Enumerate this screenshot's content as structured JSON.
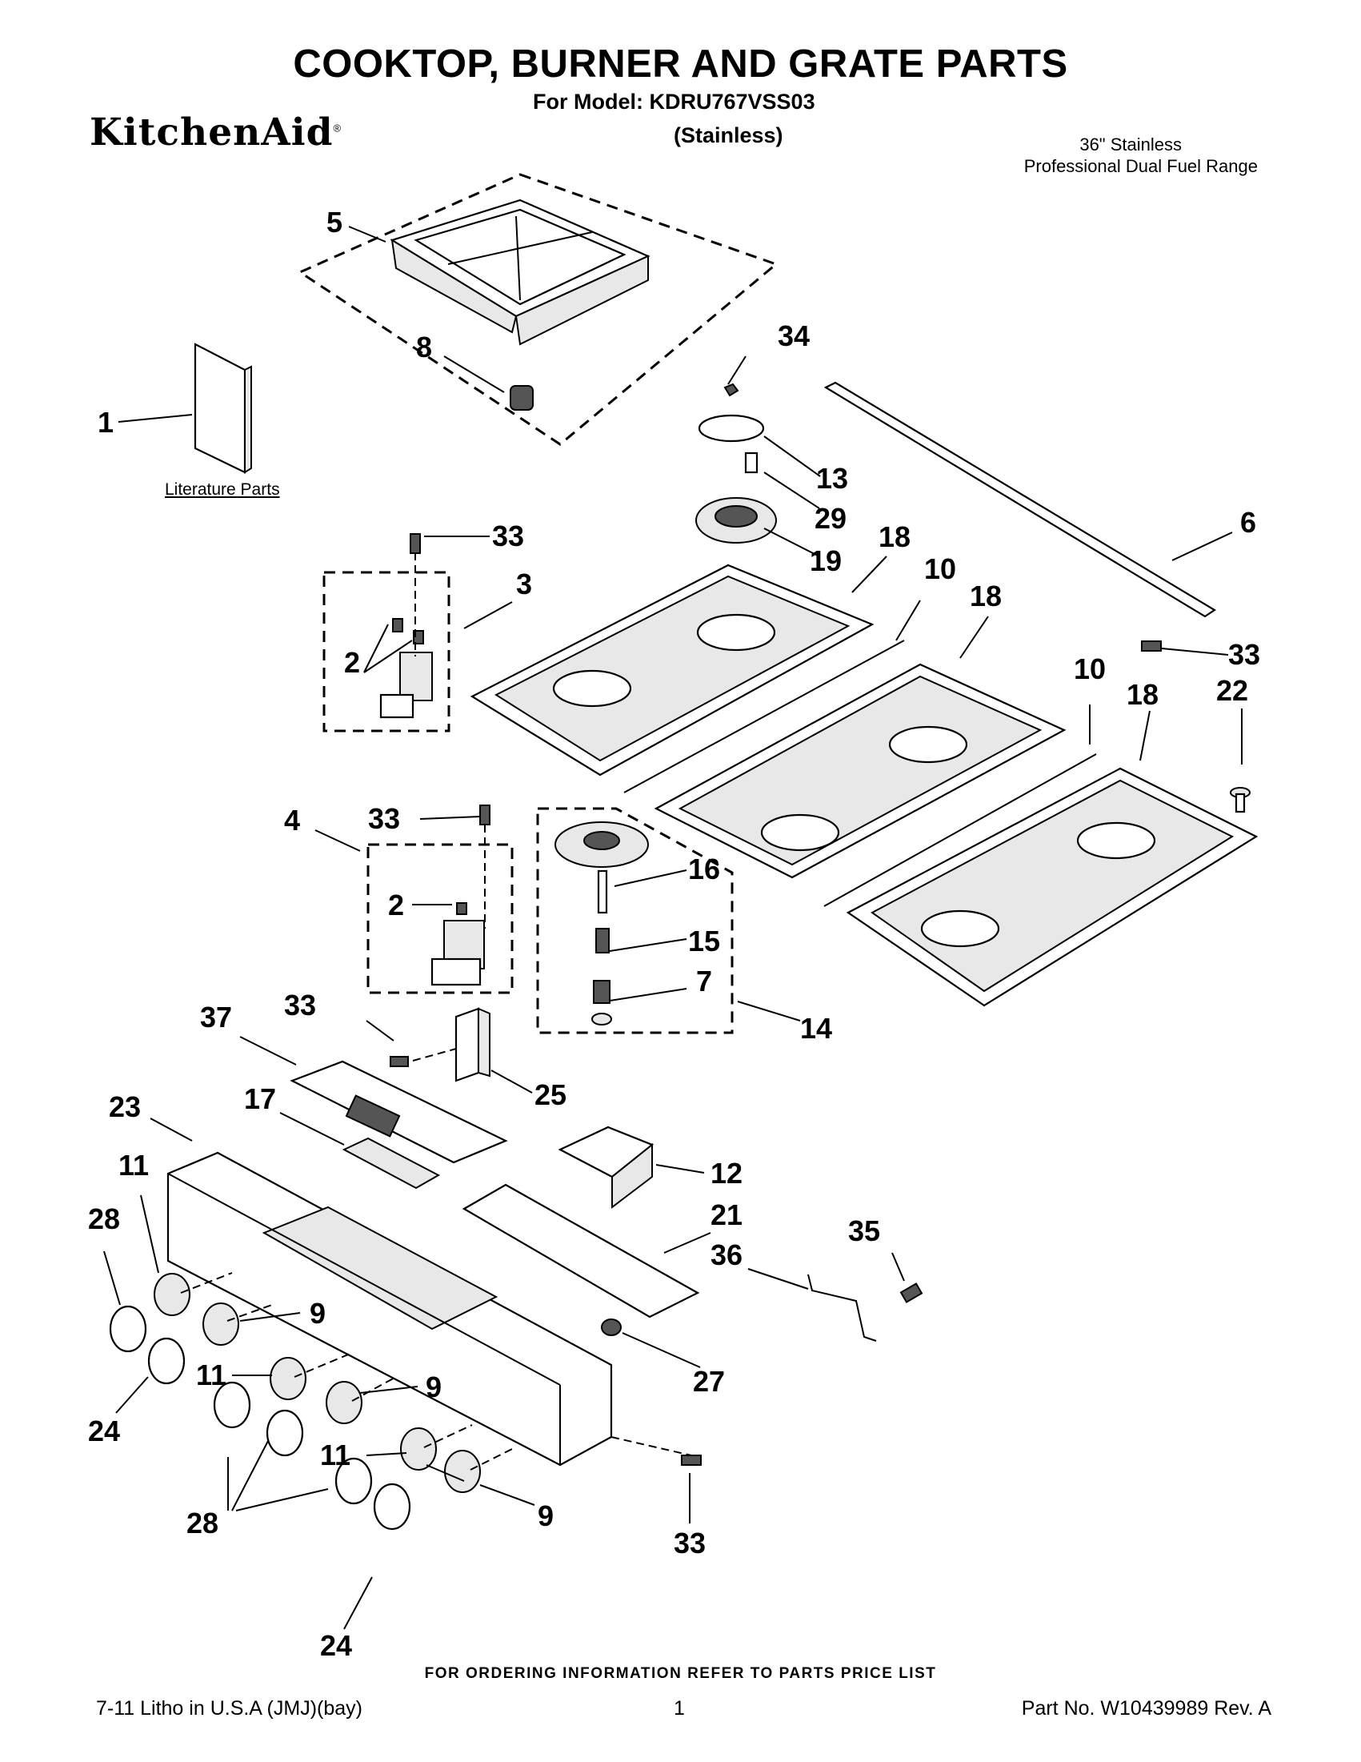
{
  "header": {
    "title": "COOKTOP, BURNER AND GRATE PARTS",
    "model_line": "For Model: KDRU767VSS03",
    "variant": "(Stainless)",
    "brand": "KitchenAid",
    "brand_mark": "®",
    "product_line1": "36\" Stainless",
    "product_line2": "Professional Dual Fuel Range"
  },
  "labels": {
    "literature": "Literature Parts"
  },
  "callouts": {
    "c1": "1",
    "c2a": "2",
    "c2b": "2",
    "c3": "3",
    "c4": "4",
    "c5": "5",
    "c6": "6",
    "c7": "7",
    "c8": "8",
    "c9a": "9",
    "c9b": "9",
    "c9c": "9",
    "c10a": "10",
    "c10b": "10",
    "c11a": "11",
    "c11b": "11",
    "c11c": "11",
    "c12": "12",
    "c13": "13",
    "c14": "14",
    "c15": "15",
    "c16": "16",
    "c17": "17",
    "c18a": "18",
    "c18b": "18",
    "c18c": "18",
    "c19": "19",
    "c21": "21",
    "c22": "22",
    "c23": "23",
    "c24a": "24",
    "c24b": "24",
    "c25": "25",
    "c27": "27",
    "c28a": "28",
    "c28b": "28",
    "c29": "29",
    "c33a": "33",
    "c33b": "33",
    "c33c": "33",
    "c33d": "33",
    "c33e": "33",
    "c34": "34",
    "c35": "35",
    "c36": "36",
    "c37": "37"
  },
  "footer": {
    "ordering_note": "FOR ORDERING INFORMATION REFER TO PARTS PRICE LIST",
    "litho": "7-11 Litho in U.S.A (JMJ)(bay)",
    "page": "1",
    "part_no": "Part No. W10439989 Rev. A"
  }
}
